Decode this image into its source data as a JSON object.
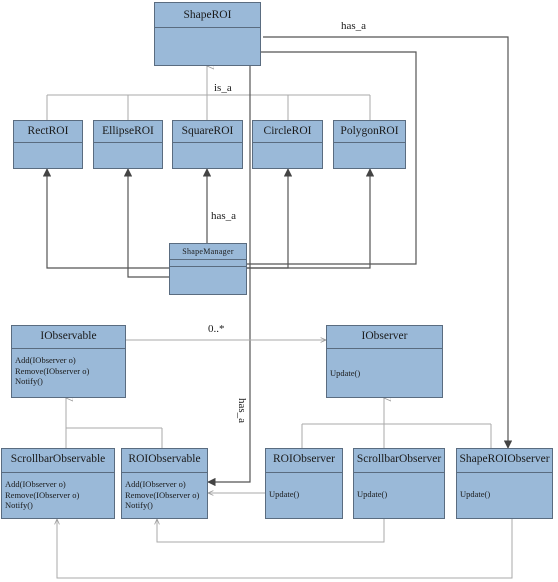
{
  "classes": {
    "shape_roi": {
      "name": "ShapeROI"
    },
    "rect_roi": {
      "name": "RectROI"
    },
    "ellipse_roi": {
      "name": "EllipseROI"
    },
    "square_roi": {
      "name": "SquareROI"
    },
    "circle_roi": {
      "name": "CircleROI"
    },
    "polygon_roi": {
      "name": "PolygonROI"
    },
    "shape_manager": {
      "name": "ShapeManager"
    },
    "iobservable": {
      "name": "IObservable",
      "operations": [
        "Add(IObserver o)",
        "Remove(IObserver o)",
        "Notify()"
      ]
    },
    "iobserver": {
      "name": "IObserver",
      "operations": [
        "Update()"
      ]
    },
    "scrollbar_observable": {
      "name": "ScrollbarObservable",
      "operations": [
        "Add(IObserver o)",
        "Remove(IObserver o)",
        "Notify()"
      ]
    },
    "roi_observable": {
      "name": "ROIObservable",
      "operations": [
        "Add(IObserver o)",
        "Remove(IObserver o)",
        "Notify()"
      ]
    },
    "roi_observer": {
      "name": "ROIObserver",
      "operations": [
        "Update()"
      ]
    },
    "scrollbar_observer": {
      "name": "ScrollbarObserver",
      "operations": [
        "Update()"
      ]
    },
    "shape_roi_observer": {
      "name": "ShapeROIObserver",
      "operations": [
        "Update()"
      ]
    }
  },
  "labels": {
    "has_a_top": "has_a",
    "is_a": "is_a",
    "has_a_manager": "has_a",
    "multiplicity": "0..*",
    "has_a_vertical": "has_a"
  },
  "colors": {
    "box_fill": "#9ab9d8",
    "box_border": "#5a6c80",
    "line": "#555555",
    "line_light": "#aaaaaa"
  }
}
